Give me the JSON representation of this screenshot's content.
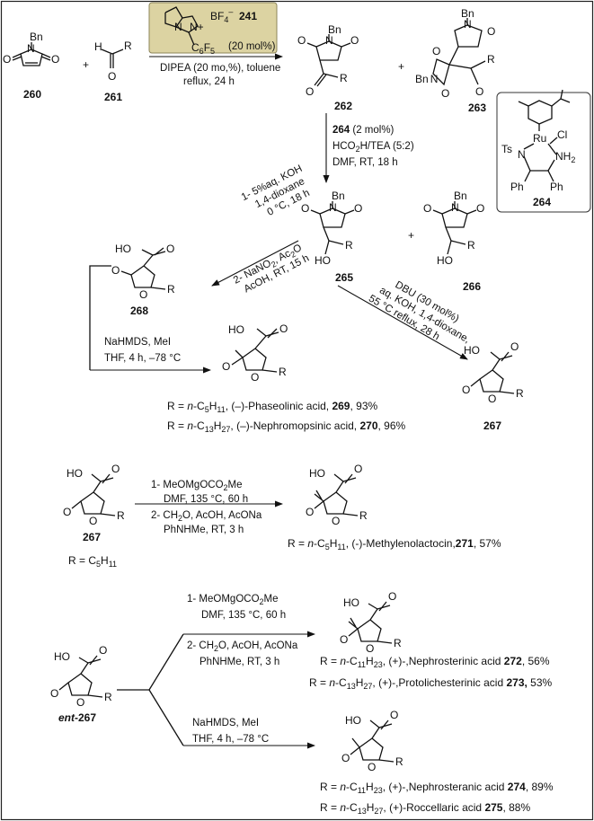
{
  "colors": {
    "catalyst_box": "#dcd3a2",
    "ink": "#111111",
    "frame": "#222222"
  },
  "compounds": {
    "c260": "260",
    "c261": "261",
    "c262": "262",
    "c263": "263",
    "c264": "264",
    "c265": "265",
    "c266": "266",
    "c267": "267",
    "c268": "268",
    "ent267": "ent-267",
    "plus": "+"
  },
  "atoms": {
    "N": "N",
    "O": "O",
    "Bn": "Bn",
    "R": "R",
    "HO": "HO",
    "OH": "OH",
    "H": "H",
    "BF4": "BF4",
    "Ts": "Ts",
    "Ru": "Ru",
    "Cl": "Cl",
    "NH2": "NH2",
    "Ph": "Ph",
    "C6F5": "C6F5",
    "N+": "N+"
  },
  "step1": {
    "cat_label": "241",
    "cat_loading": "(20 mol%)",
    "line1": "DIPEA (20 mo,%), toluene",
    "line2": "reflux, 24 h"
  },
  "step2": {
    "line1_num": "264",
    "line1_rest": " (2 mol%)",
    "line2": "HCO2H/TEA (5:2)",
    "line3": "DMF, RT, 18 h"
  },
  "step3": {
    "line1": "1- 5%aq. KOH",
    "line2": "1,4-dioxane",
    "line3": "0 °C, 18 h",
    "line4": "2- NaNO2, Ac2O",
    "line5": "AcOH, RT, 15 h"
  },
  "step4": {
    "line1": "DBU (30 mol%)",
    "line2": "aq. KOH, 1,4-dioxane,",
    "line3": "55 °C reflux, 28 h"
  },
  "step5": {
    "line1": "NaHMDS, MeI",
    "line2": "THF, 4 h, –78 °C"
  },
  "results1": {
    "r269": "R = n-C5H11, (–)-Phaseolinic acid, 269, 93%",
    "r270": "R = n-C13H27, (–)-Nephromopsinic acid, 270, 96%"
  },
  "section2": {
    "line1": "1- MeOMgOCO2Me",
    "line2": "DMF, 135 °C, 60 h",
    "line3": "2- CH2O, AcOH, AcONa",
    "line4": "PhNHMe, RT, 3 h",
    "r_def": "R = C5H11",
    "r271": "R = n-C5H11, (-)-Methylenolactocin,271, 57%"
  },
  "section3": {
    "upper_line1": "1- MeOMgOCO2Me",
    "upper_line2": "DMF, 135 °C, 60 h",
    "upper_line3": "2- CH2O, AcOH, AcONa",
    "upper_line4": "PhNHMe, RT, 3 h",
    "r272": "R = n-C11H23, (+)-,Nephrosterinic acid 272, 56%",
    "r273": "R = n-C13H27, (+)-,Protolichesterinic acid 273, 53%",
    "lower_line1": "NaHMDS, MeI",
    "lower_line2": "THF, 4 h, –78 °C",
    "r274": "R = n-C11H23, (+)-,Nephrosteranic acid 274, 89%",
    "r275": "R = n-C13H27, (+)-Roccellaric acid 275, 88%"
  }
}
